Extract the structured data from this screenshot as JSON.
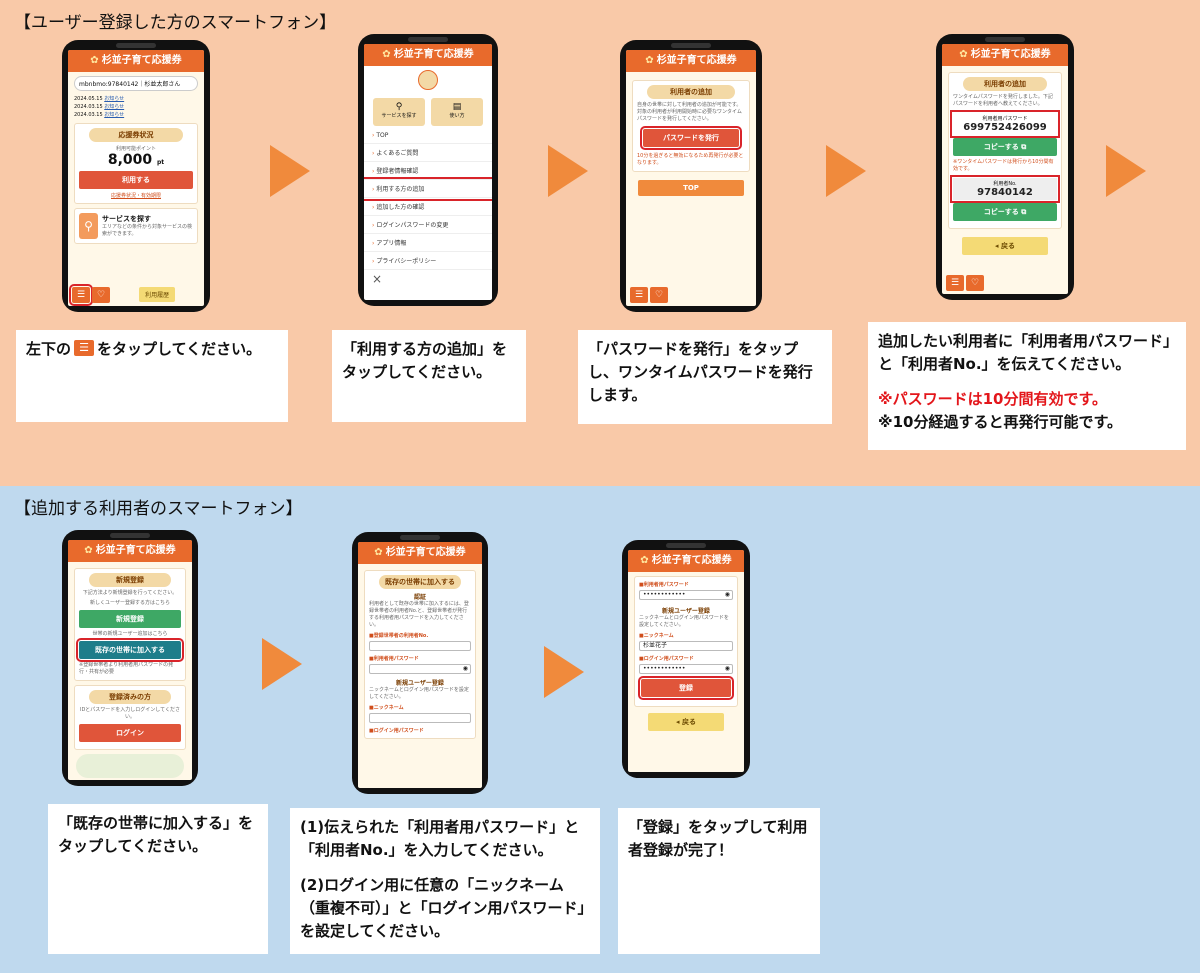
{
  "top": {
    "title": "【ユーザー登録した方のスマートフォン】",
    "app_title": "杉並子育て応援券",
    "phone1": {
      "user_line": "mbnbmo:97840142｜杉並太郎さん",
      "news": [
        {
          "date": "2024.05.15",
          "text": "お知らせ"
        },
        {
          "date": "2024.03.15",
          "text": "お知らせ"
        },
        {
          "date": "2024.03.15",
          "text": "お知らせ"
        }
      ],
      "status_label": "応援券状況",
      "points_label": "利用可能ポイント",
      "points": "8,000",
      "points_unit": "pt",
      "use_button": "利用する",
      "history_link": "応援券状況・有効期限",
      "service_title": "サービスを探す",
      "service_desc": "エリアなどの条件から対象サービスの検索ができます。",
      "history_button": "利用履歴"
    },
    "phone2": {
      "search_label": "サービスを探す",
      "howto_label": "使い方",
      "menu": [
        "TOP",
        "よくあるご質問",
        "登録者情報確認",
        "利用する方の追加",
        "追加した方の確認",
        "ログインパスワードの変更",
        "アプリ情報",
        "プライバシーポリシー"
      ],
      "close": "×"
    },
    "phone3": {
      "card_title": "利用者の追加",
      "desc": "自身の世帯に対して利用者の追加が可能です。対象の利用者が利用開始時に必要なワンタイムパスワードを発行してください。",
      "issue_button": "パスワードを発行",
      "note": "10分を過ぎると無効になるため再発行が必要となります。",
      "top_button": "TOP"
    },
    "phone4": {
      "card_title": "利用者の追加",
      "desc": "ワンタイムパスワードを発行しました。下記パスワードを利用者へ教えてください。",
      "pw_label": "利用者用パスワード",
      "pw_value": "699752426099",
      "copy1": "コピーする",
      "note": "※ワンタイムパスワードは発行から10分間有効です。",
      "no_label": "利用者No.",
      "no_value": "97840142",
      "copy2": "コピーする",
      "back": "戻る"
    },
    "captions": {
      "c1_pre": "左下の",
      "c1_post": "をタップしてください。",
      "c2": "「利用する方の追加」をタップしてください。",
      "c3": "「パスワードを発行」をタップし、ワンタイムパスワードを発行します。",
      "c4": "追加したい利用者に「利用者用パスワード」と「利用者No.」を伝えてください。",
      "c4_red": "※パスワードは10分間有効です。",
      "c4_last": "※10分経過すると再発行可能です。"
    }
  },
  "bottom": {
    "title": "【追加する利用者のスマートフォン】",
    "phone5": {
      "new_title": "新規登録",
      "new_desc": "下記方法より新規登録を行ってください。",
      "new_sub": "新しくユーザー登録する方はこちら",
      "new_button": "新規登録",
      "join_sub": "世帯の新規ユーザー追加はこちら",
      "join_button": "既存の世帯に加入する",
      "join_note": "※登録世帯者より利用者用パスワードの発行・共有が必要",
      "reg_title": "登録済みの方",
      "reg_desc": "IDとパスワードを入力しログインしてください。",
      "login_button": "ログイン"
    },
    "phone6": {
      "card_title": "既存の世帯に加入する",
      "auth_title": "認証",
      "auth_desc": "利用者として既存の世帯に加入するには、登録世帯者の利用者No.と、登録世帯者が発行する利用者用パスワードを入力してください。",
      "no_label": "■登録世帯者の利用者No.",
      "pw_label": "■利用者用パスワード",
      "new_user_title": "新規ユーザー登録",
      "new_user_desc": "ニックネームとログイン用パスワードを設定してください。",
      "nick_label": "■ニックネーム",
      "login_pw_label": "■ログイン用パスワード"
    },
    "phone7": {
      "pw_label": "■利用者用パスワード",
      "pw_masked": "••••••••••••",
      "new_user_title": "新規ユーザー登録",
      "new_user_desc": "ニックネームとログイン用パスワードを設定してください。",
      "nick_label": "■ニックネーム",
      "nick_value": "杉並花子",
      "login_pw_label": "■ログイン用パスワード",
      "login_pw_masked": "••••••••••••",
      "register_button": "登録",
      "back": "戻る"
    },
    "captions": {
      "c5": "「既存の世帯に加入する」をタップしてください。",
      "c6_1": "(1)伝えられた「利用者用パスワード」と「利用者No.」を入力してください。",
      "c6_2": "(2)ログイン用に任意の「ニックネーム（重複不可）」と「ログイン用パスワード」を設定してください。",
      "c7": "「登録」をタップして利用者登録が完了！"
    }
  },
  "colors": {
    "accent": "#e86a2c",
    "arrow": "#f08a3c",
    "top_bg": "#f9c9a8",
    "bottom_bg": "#bfd9ee",
    "highlight": "#d9242a"
  },
  "icons": [
    "menu-icon",
    "heart-icon",
    "search-icon",
    "book-icon",
    "close-icon",
    "eye-icon",
    "copy-icon",
    "back-arrow-icon"
  ]
}
